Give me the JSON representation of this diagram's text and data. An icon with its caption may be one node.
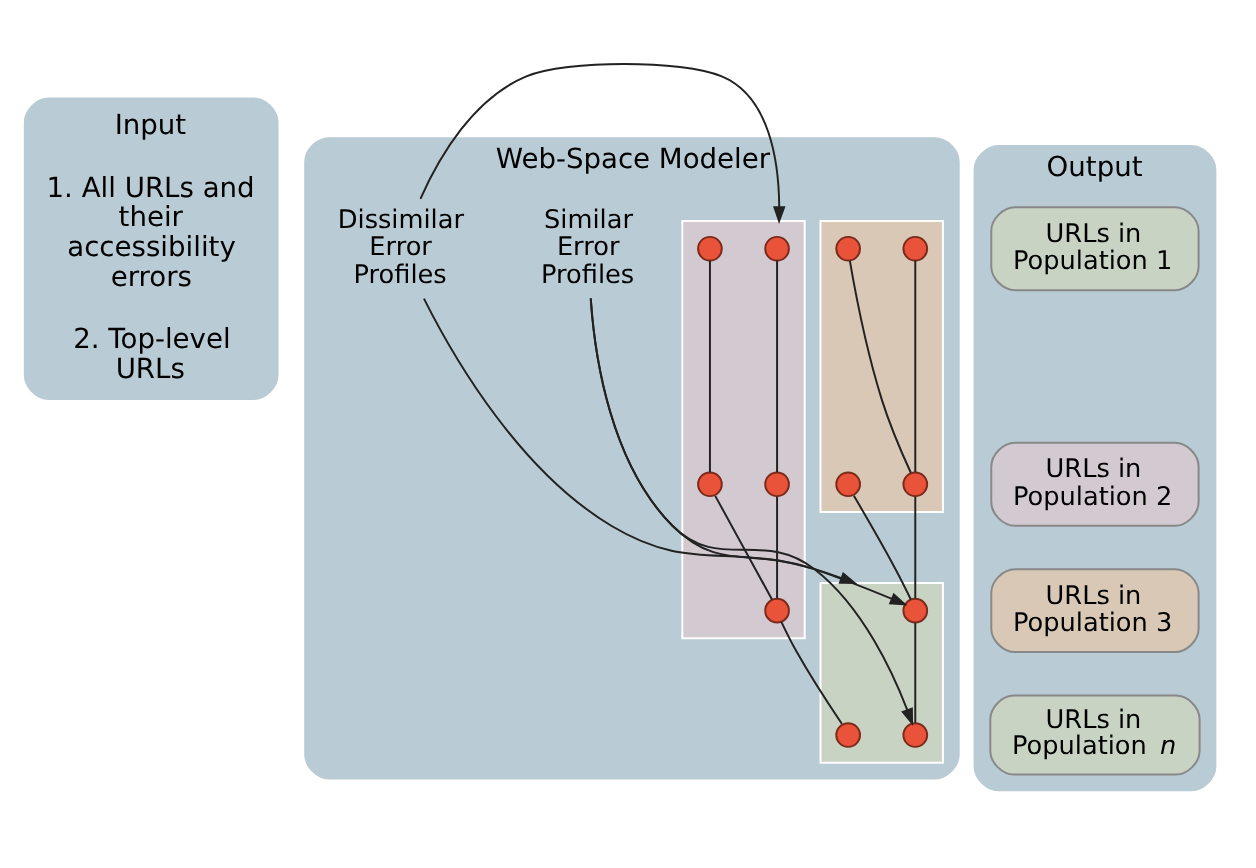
{
  "diagram": {
    "nodes": [
      {
        "text": [
          "Input",
          "1. All URLs and their accessibility errors",
          "2. Top-level URLs"
        ]
      },
      {
        "text": [
          "Web-Space Modeler"
        ]
      },
      {
        "text": [],
        "shape": "box",
        "in": 1
      },
      {
        "text": [],
        "shape": "box",
        "in": 1
      },
      {
        "text": [],
        "shape": "box",
        "in": 1
      },
      {
        "text": [],
        "shape": "circle",
        "in": 2
      },
      {
        "text": [],
        "shape": "circle",
        "in": 2
      },
      {
        "text": [],
        "shape": "circle",
        "in": 2
      },
      {
        "text": [],
        "shape": "circle",
        "in": 2
      },
      {
        "text": [],
        "shape": "circle",
        "in": 3
      },
      {
        "text": [],
        "shape": "circle",
        "in": 3
      },
      {
        "text": [],
        "shape": "circle",
        "in": 3
      },
      {
        "text": [],
        "shape": "circle",
        "in": 3
      },
      {
        "text": [],
        "shape": "circle",
        "in": 3
      },
      {
        "text": [],
        "shape": "circle",
        "in": 4
      },
      {
        "text": [],
        "shape": "circle",
        "in": 4
      },
      {
        "text": [],
        "shape": "circle",
        "in": 4
      },
      {
        "text": [
          "Similar Error Profiles"
        ],
        "in": 1
      },
      {
        "text": [
          "Dissimilar Error Profiles"
        ],
        "in": 1
      },
      {
        "text": [
          "Output"
        ]
      },
      {
        "text": [
          "URLs in Population 1"
        ],
        "in": 19
      },
      {
        "text": [
          "URLs in Population 2"
        ],
        "in": 19
      },
      {
        "text": [
          "URLs in Population 3"
        ],
        "in": 19
      },
      {
        "text": [
          "URLs in Population *n*"
        ],
        "in": 19
      }
    ],
    "edges": [
      {
        "from": 5,
        "to": 7,
        "arrow": "none"
      },
      {
        "from": 6,
        "to": 7,
        "arrow": "none"
      },
      {
        "from": 7,
        "to": 14,
        "arrow": "none"
      },
      {
        "from": 8,
        "to": 14,
        "arrow": "none"
      },
      {
        "from": 14,
        "to": 15,
        "arrow": "none"
      },
      {
        "from": 9,
        "to": 11,
        "arrow": "none"
      },
      {
        "from": 10,
        "to": 12,
        "arrow": "none"
      },
      {
        "from": 11,
        "to": 13,
        "arrow": "none"
      },
      {
        "from": 12,
        "to": 13,
        "arrow": "none"
      },
      {
        "from": 13,
        "to": 16,
        "arrow": "none"
      },
      {
        "from": 17,
        "to": 14,
        "arrow": "to"
      },
      {
        "from": 17,
        "to": 15,
        "arrow": "to"
      },
      {
        "from": 18,
        "to": 4,
        "arrow": "to"
      },
      {
        "from": 18,
        "to": 3,
        "arrow": "to"
      }
    ]
  }
}
